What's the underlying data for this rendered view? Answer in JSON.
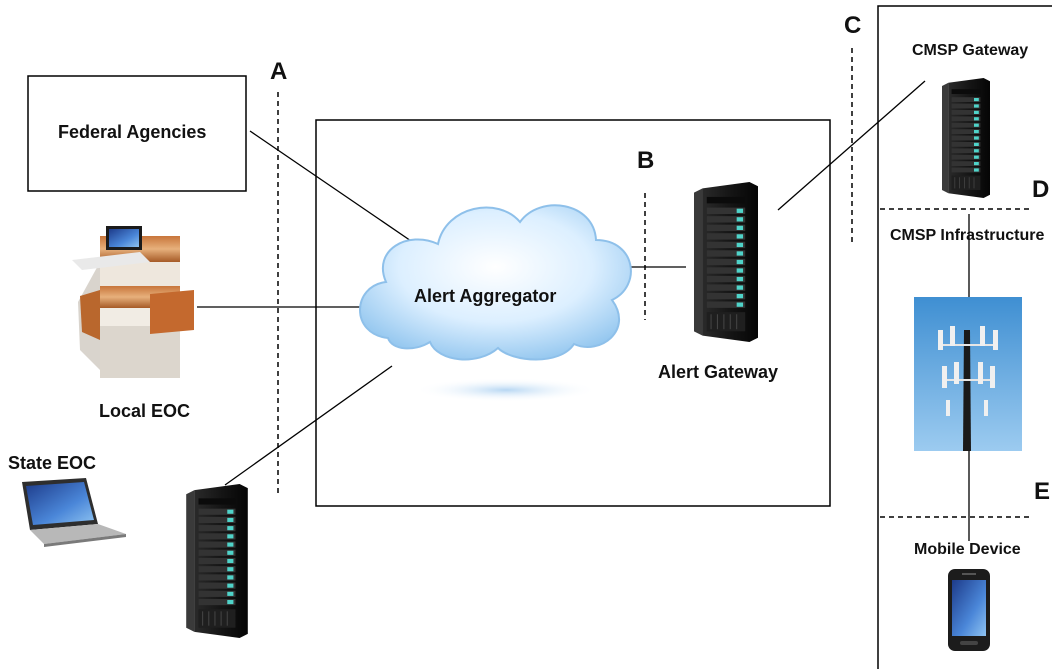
{
  "diagram": {
    "nodes": {
      "federal_agencies": "Federal Agencies",
      "local_eoc": "Local EOC",
      "state_eoc": "State EOC",
      "alert_aggregator": "Alert Aggregator",
      "alert_gateway": "Alert Gateway",
      "cmsp_gateway": "CMSP Gateway",
      "cmsp_infrastructure": "CMSP Infrastructure",
      "mobile_device": "Mobile Device"
    },
    "interfaces": {
      "a": "A",
      "b": "B",
      "c": "C",
      "d": "D",
      "e": "E"
    }
  }
}
